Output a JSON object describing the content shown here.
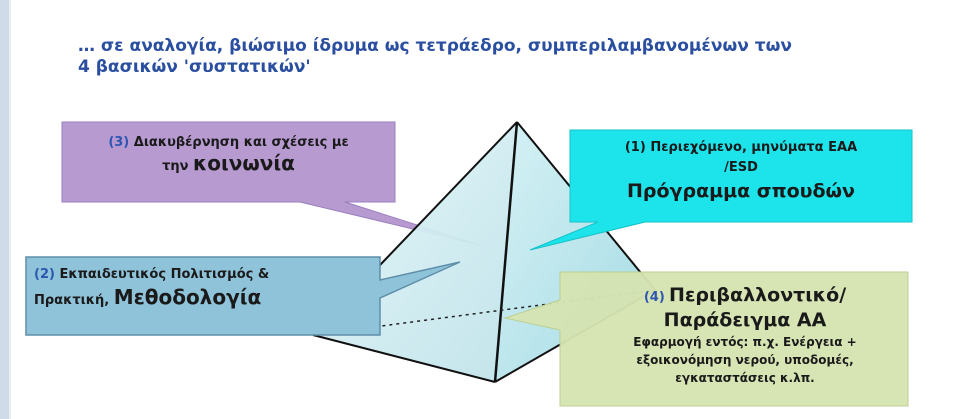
{
  "title": {
    "line1": "… σε αναλογία, βιώσιμο ίδρυμα ως τετράεδρο, συμπεριλαμβανομένων των",
    "line2": "4 βασικών 'συστατικών'"
  },
  "callouts": {
    "c1": {
      "number": "(1)",
      "line1": "Περιεχόμενο, μηνύματα ΕΑΑ",
      "line2": "/ESD",
      "big": "Πρόγραμμα σπουδών"
    },
    "c2": {
      "number": "(2)",
      "line1": "Εκπαιδευτικός Πολιτισμός &",
      "line2_prefix": "Πρακτική,",
      "big": "Μεθοδολογία"
    },
    "c3": {
      "number": "(3)",
      "line1": "Διακυβέρνηση και σχέσεις με",
      "line2_prefix": "την",
      "big": "κοινωνία"
    },
    "c4": {
      "number": "(4)",
      "big1": "Περιβαλλοντικό/",
      "big2": "Παράδειγμα ΑΑ",
      "line1": "Εφαρμογή εντός: π.χ. Ενέργεια +",
      "line2": "εξοικονόμηση νερού, υποδομές,",
      "line3": "εγκαταστάσεις κ.λπ."
    }
  },
  "colors": {
    "title": "#2b4fa0",
    "c1_fill": "#1de3ea",
    "c2_fill": "#8fc3da",
    "c3_fill": "#b69ad0",
    "c4_fill": "#d6e4b2",
    "pyramid": "#c6ebf0"
  }
}
